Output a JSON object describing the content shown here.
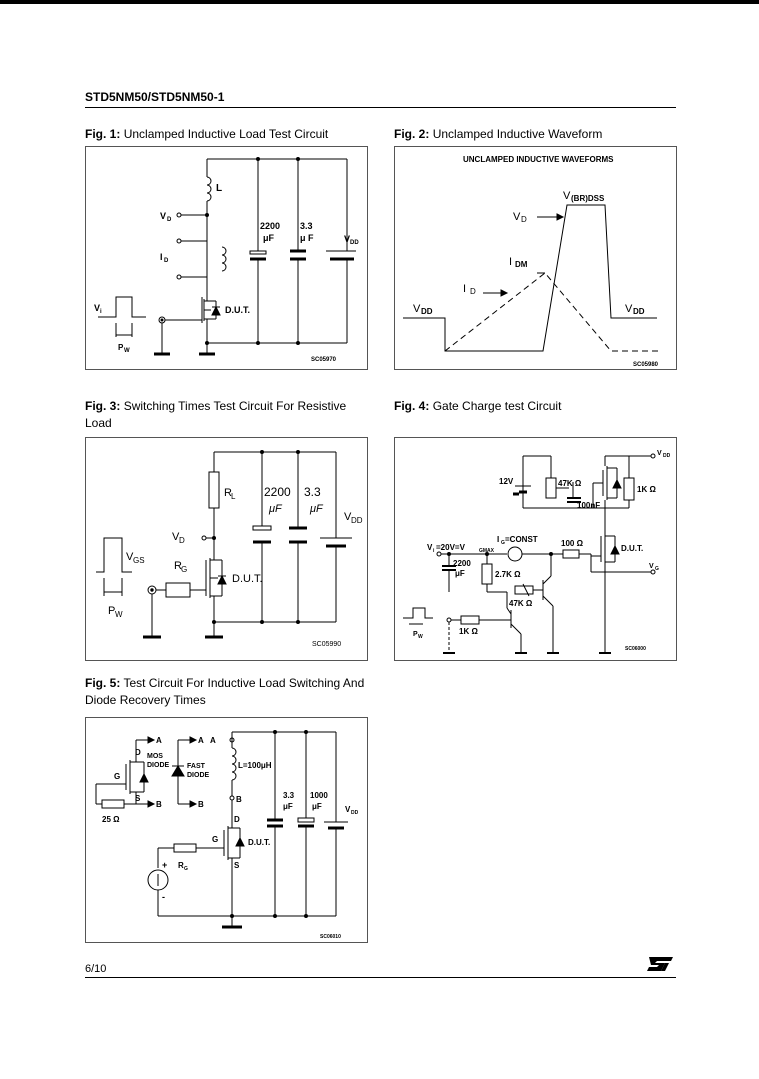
{
  "header": {
    "title": "STD5NM50/STD5NM50-1"
  },
  "figures": [
    {
      "num": "Fig. 1:",
      "title": "Unclamped Inductive Load Test Circuit",
      "labels": {
        "l": "L",
        "vd": "V",
        "vd_sub": "D",
        "id": "I",
        "id_sub": "D",
        "vi": "V",
        "vi_sub": "i",
        "pw": "P",
        "pw_sub": "W",
        "dut": "D.U.T.",
        "c1_val": "2200",
        "c1_unit": "μF",
        "c2_val": "3.3",
        "c2_unit": "μ F",
        "vdd": "V",
        "vdd_sub": "DD",
        "code": "SC05970"
      }
    },
    {
      "num": "Fig. 2:",
      "title": "Unclamped Inductive Waveform",
      "labels": {
        "heading": "UNCLAMPED INDUCTIVE WAVEFORMS",
        "vbr": "V",
        "vbr_sub": "(BR)DSS",
        "vd": "V",
        "vd_sub": "D",
        "idm": "I",
        "idm_sub": "DM",
        "id": "I",
        "id_sub": "D",
        "vdd_left": "V",
        "vdd_left_sub": "DD",
        "vdd_right": "V",
        "vdd_right_sub": "DD",
        "code": "SC05980"
      }
    },
    {
      "num": "Fig. 3:",
      "title": "Switching Times Test Circuit For Resistive Load",
      "labels": {
        "rl": "R",
        "rl_sub": "L",
        "c1_val": "2200",
        "c1_unit": "μF",
        "c2_val": "3.3",
        "c2_unit": "μF",
        "vdd": "V",
        "vdd_sub": "DD",
        "vd": "V",
        "vd_sub": "D",
        "vgs": "V",
        "vgs_sub": "GS",
        "rg": "R",
        "rg_sub": "G",
        "dut": "D.U.T.",
        "pw": "P",
        "pw_sub": "W",
        "code": "SC05990"
      }
    },
    {
      "num": "Fig. 4:",
      "title": "Gate Charge test Circuit",
      "labels": {
        "vdd": "V",
        "vdd_sub": "DD",
        "v12": "12V",
        "r47k": "47K Ω",
        "c100n": "100nF",
        "r1k_top": "1K Ω",
        "vi_text": "V",
        "vi_sub": "i",
        "vi_eq": " =20V=V",
        "vi_max": "GMAX",
        "ig": "I",
        "ig_sub": "G",
        "ig_eq": "=CONST",
        "r100": "100 Ω",
        "dut": "D.U.T.",
        "vg": "V",
        "vg_sub": "G",
        "c2200_val": "2200",
        "c2200_unit": "μF",
        "r27k": "2.7K Ω",
        "r47k_pot": "47K Ω",
        "r1k_bot": "1K Ω",
        "pw": "P",
        "pw_sub": "W",
        "code": "SC06000"
      }
    },
    {
      "num": "Fig. 5:",
      "title": "Test Circuit For Inductive Load Switching And Diode Recovery Times",
      "labels": {
        "a1": "A",
        "d_top": "D",
        "mos_diode": "MOS",
        "mos_diode2": "DIODE",
        "g1": "G",
        "s1": "S",
        "b1": "B",
        "r25": "25 Ω",
        "a2": "A",
        "a3": "A",
        "fast": "FAST",
        "fast2": "DIODE",
        "b2": "B",
        "b3": "B",
        "l100": "L=100μH",
        "c33_val": "3.3",
        "c33_unit": "μF",
        "c1000_val": "1000",
        "c1000_unit": "μF",
        "vdd": "V",
        "vdd_sub": "DD",
        "d_dut": "D",
        "g_dut": "G",
        "s_dut": "S",
        "dut": "D.U.T.",
        "rg": "R",
        "rg_sub": "G",
        "plus": "+",
        "minus": "-",
        "code": "SC06010"
      }
    }
  ],
  "footer": {
    "page": "6/10",
    "logo": "ST"
  },
  "colors": {
    "line": "#000000",
    "border": "#555555"
  }
}
